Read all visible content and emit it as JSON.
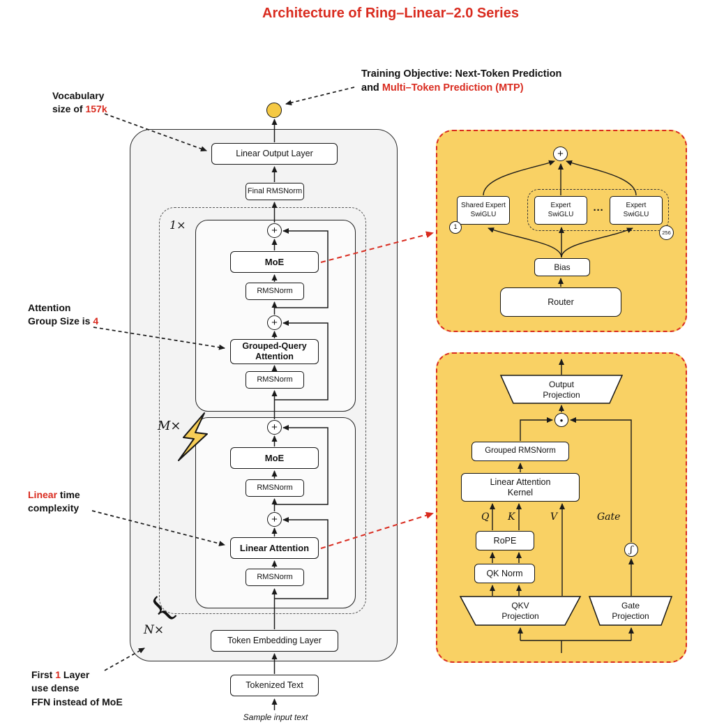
{
  "colors": {
    "accent_red": "#d92b1f",
    "panel_yellow": "#f9d164",
    "token_node_yellow": "#f5c944",
    "stack_gray": "#f3f3f3"
  },
  "title": "Architecture of Ring–Linear–2.0 Series",
  "annotations": {
    "training": {
      "line1": "Training Objective: Next-Token Prediction",
      "line2_prefix": "and ",
      "line2_highlight": "Multi–Token Prediction (MTP)"
    },
    "vocab": {
      "line1": "Vocabulary",
      "line2_prefix": "size of ",
      "line2_highlight": "157k"
    },
    "group_size": {
      "line1": "Attention",
      "line2_prefix": "Group Size is ",
      "line2_highlight": "4"
    },
    "linear_time": {
      "line1_highlight": "Linear",
      "line1_suffix": " time",
      "line2": "complexity"
    },
    "dense_ffn": {
      "line1_prefix": "First ",
      "line1_highlight": "1",
      "line1_suffix": " Layer",
      "line2": "use dense",
      "line3": "FFN instead of MoE"
    }
  },
  "stack": {
    "output_layer": "Linear Output Layer",
    "final_rmsnorm": "Final RMSNorm",
    "rmsnorm": "RMSNorm",
    "moe": "MoE",
    "gqa_l1": "Grouped-Query",
    "gqa_l2": "Attention",
    "linear_attention": "Linear Attention",
    "token_embedding": "Token Embedding Layer",
    "tokenized_text": "Tokenized Text",
    "sample_input": "Sample input text",
    "repeat_one": "1×",
    "repeat_m": "M×",
    "repeat_n": "N×"
  },
  "moe_panel": {
    "shared_expert_l1": "Shared Expert",
    "expert_l1": "Expert",
    "swiglu": "SwiGLU",
    "dots": "···",
    "first_index": "1",
    "last_index": "256",
    "bias": "Bias",
    "router": "Router"
  },
  "attention_panel": {
    "output_l1": "Output",
    "projection": "Projection",
    "grouped_rmsnorm": "Grouped RMSNorm",
    "kernel_l1": "Linear Attention",
    "kernel_l2": "Kernel",
    "q": "Q",
    "k": "K",
    "v": "V",
    "gate": "Gate",
    "rope": "RoPE",
    "qk_norm": "QK Norm",
    "qkv_l1": "QKV"
  },
  "symbols": {
    "plus": "+",
    "dot": "•",
    "sigmoid": "ʃ",
    "brace": "{"
  }
}
